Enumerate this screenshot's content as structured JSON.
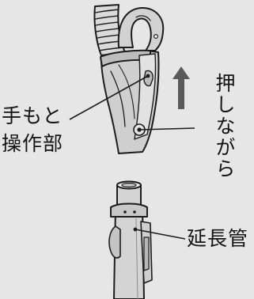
{
  "labels": {
    "grip_line1": "手もと",
    "grip_line2": "操作部",
    "press_instruction": "押しながら",
    "extension_pipe": "延長管"
  },
  "icons": [
    "push-up-arrow-icon"
  ],
  "colors": {
    "background": "#e6e6e6",
    "outline": "#1c1c1c",
    "grip_fill": "#d2d2d2",
    "pipe_fill": "#d4d4d4",
    "arrow": "#5a5a5a"
  }
}
